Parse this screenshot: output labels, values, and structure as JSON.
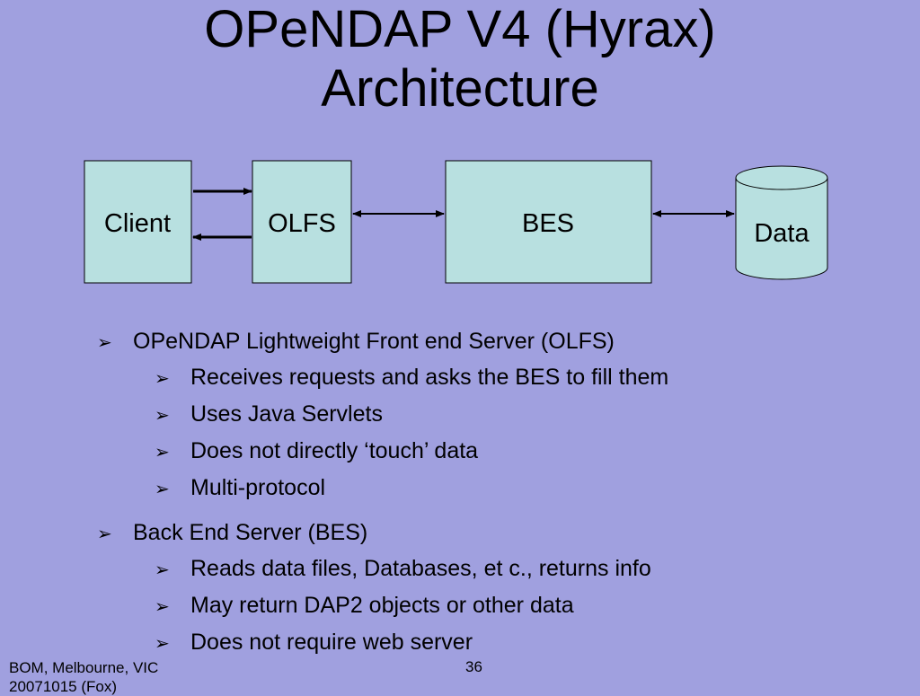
{
  "title": {
    "line1": "OPeNDAP V4 (Hyrax)",
    "line2": "Architecture"
  },
  "diagram": {
    "nodes": {
      "client": "Client",
      "olfs": "OLFS",
      "bes": "BES",
      "data": "Data"
    },
    "colors": {
      "box_fill": "#b8e0e0",
      "box_stroke": "#000000"
    }
  },
  "bullets": {
    "olfs": {
      "text": "OPeNDAP Lightweight Front end Server (OLFS)",
      "items": [
        "Receives requests and asks the BES to fill them",
        "Uses Java Servlets",
        "Does not directly ‘touch’ data",
        "Multi-protocol"
      ]
    },
    "bes": {
      "text": "Back End Server (BES)",
      "items": [
        "Reads data files, Databases, et c., returns info",
        "May return DAP2 objects or other data",
        "Does not require web server"
      ]
    },
    "marker": "➢"
  },
  "footer": {
    "line1": "BOM, Melbourne, VIC",
    "line2": "20071015 (Fox)",
    "page": "36"
  },
  "colors": {
    "background": "#a0a0df"
  }
}
